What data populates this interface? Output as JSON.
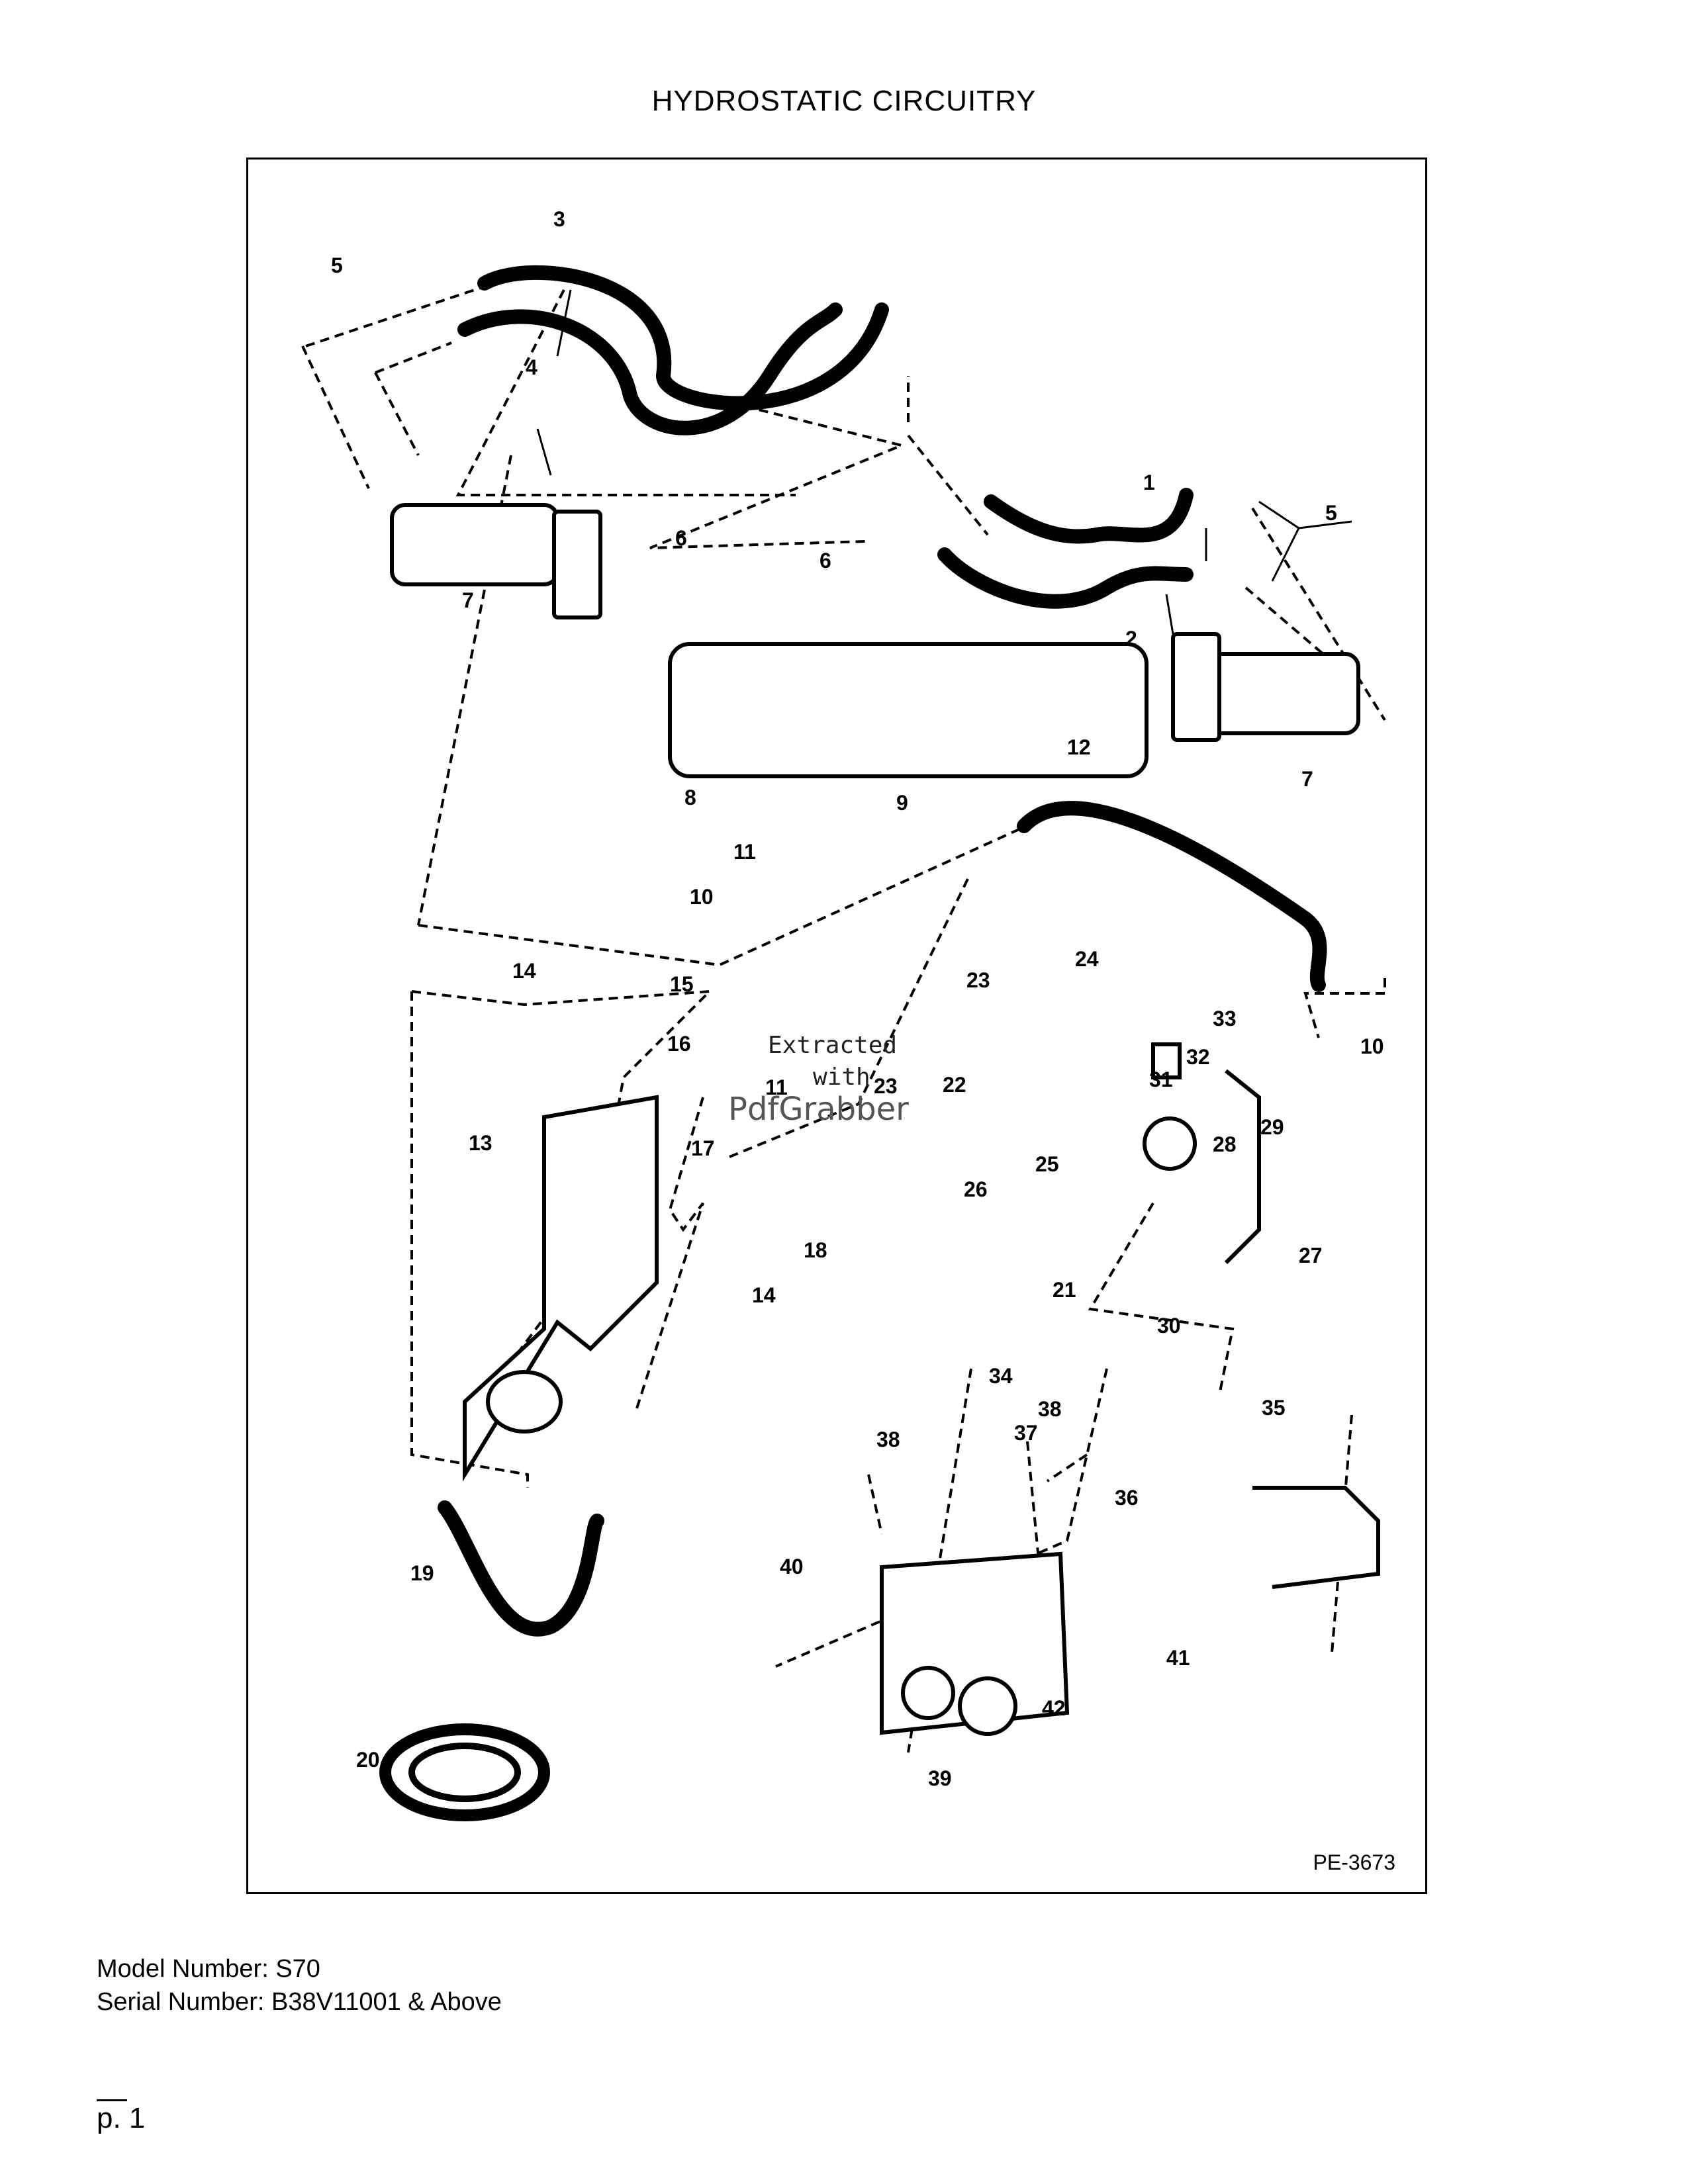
{
  "page": {
    "title": "HYDROSTATIC CIRCUITRY",
    "drawing_code": "PE-3673",
    "model_line": "Model Number: S70",
    "serial_line": "Serial Number: B38V11001 & Above",
    "page_number": "p. 1"
  },
  "watermark": {
    "line1": "Extracted",
    "line2": "with",
    "brand": "PdfGrabber"
  },
  "callouts": [
    {
      "id": "c1",
      "label": "1"
    },
    {
      "id": "c2",
      "label": "2"
    },
    {
      "id": "c3",
      "label": "3"
    },
    {
      "id": "c4",
      "label": "4"
    },
    {
      "id": "c5a",
      "label": "5"
    },
    {
      "id": "c5b",
      "label": "5"
    },
    {
      "id": "c6a",
      "label": "6"
    },
    {
      "id": "c6b",
      "label": "6"
    },
    {
      "id": "c7a",
      "label": "7"
    },
    {
      "id": "c7b",
      "label": "7"
    },
    {
      "id": "c8",
      "label": "8"
    },
    {
      "id": "c9",
      "label": "9"
    },
    {
      "id": "c10a",
      "label": "10"
    },
    {
      "id": "c10b",
      "label": "10"
    },
    {
      "id": "c11a",
      "label": "11"
    },
    {
      "id": "c11b",
      "label": "11"
    },
    {
      "id": "c12",
      "label": "12"
    },
    {
      "id": "c13",
      "label": "13"
    },
    {
      "id": "c14a",
      "label": "14"
    },
    {
      "id": "c14b",
      "label": "14"
    },
    {
      "id": "c15",
      "label": "15"
    },
    {
      "id": "c16",
      "label": "16"
    },
    {
      "id": "c17",
      "label": "17"
    },
    {
      "id": "c18",
      "label": "18"
    },
    {
      "id": "c19",
      "label": "19"
    },
    {
      "id": "c20",
      "label": "20"
    },
    {
      "id": "c21",
      "label": "21"
    },
    {
      "id": "c22",
      "label": "22"
    },
    {
      "id": "c23a",
      "label": "23"
    },
    {
      "id": "c23b",
      "label": "23"
    },
    {
      "id": "c24",
      "label": "24"
    },
    {
      "id": "c25",
      "label": "25"
    },
    {
      "id": "c26",
      "label": "26"
    },
    {
      "id": "c27",
      "label": "27"
    },
    {
      "id": "c28",
      "label": "28"
    },
    {
      "id": "c29",
      "label": "29"
    },
    {
      "id": "c30",
      "label": "30"
    },
    {
      "id": "c31",
      "label": "31"
    },
    {
      "id": "c32",
      "label": "32"
    },
    {
      "id": "c33",
      "label": "33"
    },
    {
      "id": "c34",
      "label": "34"
    },
    {
      "id": "c35",
      "label": "35"
    },
    {
      "id": "c36",
      "label": "36"
    },
    {
      "id": "c37",
      "label": "37"
    },
    {
      "id": "c38a",
      "label": "38"
    },
    {
      "id": "c38b",
      "label": "38"
    },
    {
      "id": "c39",
      "label": "39"
    },
    {
      "id": "c40",
      "label": "40"
    },
    {
      "id": "c41",
      "label": "41"
    },
    {
      "id": "c42",
      "label": "42"
    }
  ]
}
